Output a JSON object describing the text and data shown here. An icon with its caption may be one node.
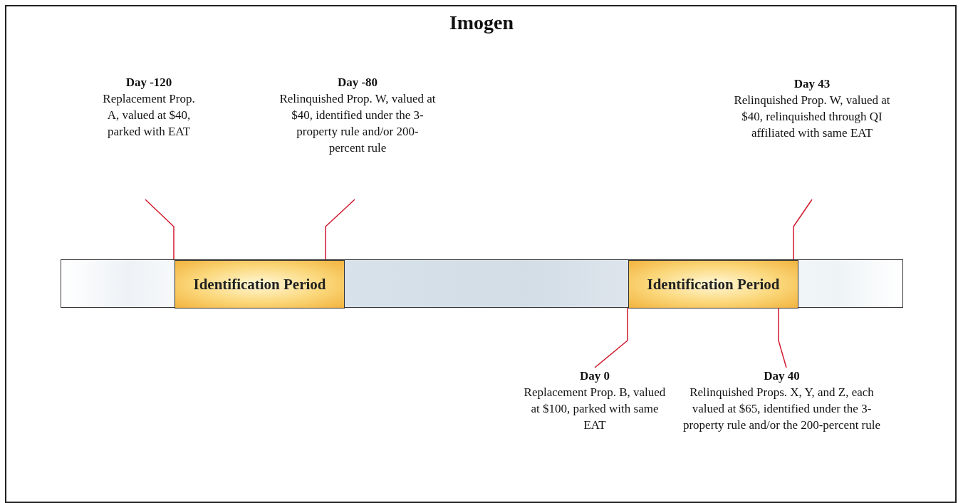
{
  "diagram": {
    "title": "Imogen",
    "nodes": [
      {
        "text": [],
        "shape": "bar"
      },
      {
        "text": [
          "Identification Period"
        ],
        "in": 0
      },
      {
        "text": [
          "Identification Period"
        ],
        "in": 0
      },
      {
        "text": [
          "Day -120",
          "Replacement Prop. A, valued at $40, parked with EAT"
        ]
      },
      {
        "text": [
          "Day -80",
          "Relinquished Prop. W, valued at $40, identified under the 3-property rule and/or 200-percent rule"
        ]
      },
      {
        "text": [
          "Day 43",
          "Relinquished Prop. W, valued at $40, relinquished through QI affiliated with same EAT"
        ]
      },
      {
        "text": [
          "Day 0",
          "Replacement Prop. B, valued at $100, parked with same EAT"
        ]
      },
      {
        "text": [
          "Day 40",
          "Relinquished Props. X, Y, and Z, each valued at $65, identified under the 3-property rule and/or the 200-percent rule"
        ]
      }
    ],
    "edges": [
      {
        "from": 3,
        "to": 1,
        "arrow": "none"
      },
      {
        "from": 4,
        "to": 1,
        "arrow": "none"
      },
      {
        "from": 5,
        "to": 2,
        "arrow": "none"
      },
      {
        "from": 6,
        "to": 2,
        "arrow": "none"
      },
      {
        "from": 7,
        "to": 2,
        "arrow": "none"
      }
    ]
  }
}
